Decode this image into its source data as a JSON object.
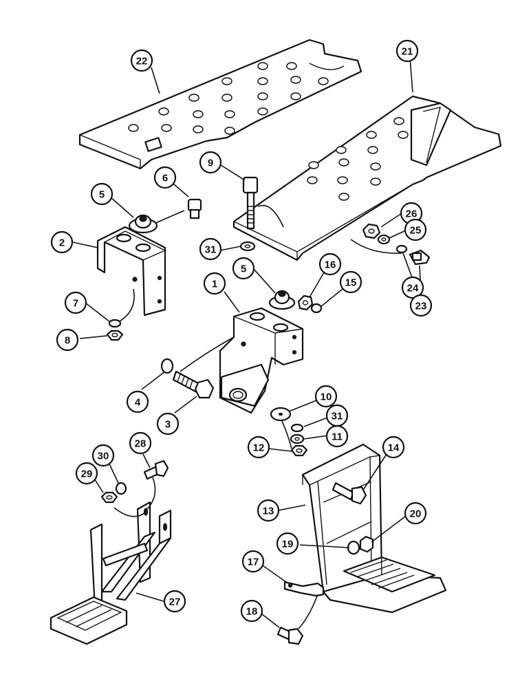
{
  "callouts": [
    {
      "id": "c22",
      "label": "22"
    },
    {
      "id": "c21",
      "label": "21"
    },
    {
      "id": "c6",
      "label": "6"
    },
    {
      "id": "c5a",
      "label": "5"
    },
    {
      "id": "c9",
      "label": "9"
    },
    {
      "id": "c2",
      "label": "2"
    },
    {
      "id": "c26",
      "label": "26"
    },
    {
      "id": "c25",
      "label": "25"
    },
    {
      "id": "c31a",
      "label": "31"
    },
    {
      "id": "c5b",
      "label": "5"
    },
    {
      "id": "c16",
      "label": "16"
    },
    {
      "id": "c15",
      "label": "15"
    },
    {
      "id": "c1",
      "label": "1"
    },
    {
      "id": "c7",
      "label": "7"
    },
    {
      "id": "c24",
      "label": "24"
    },
    {
      "id": "c23",
      "label": "23"
    },
    {
      "id": "c8",
      "label": "8"
    },
    {
      "id": "c4",
      "label": "4"
    },
    {
      "id": "c10",
      "label": "10"
    },
    {
      "id": "c3",
      "label": "3"
    },
    {
      "id": "c31b",
      "label": "31"
    },
    {
      "id": "c11",
      "label": "11"
    },
    {
      "id": "c28",
      "label": "28"
    },
    {
      "id": "c12",
      "label": "12"
    },
    {
      "id": "c14",
      "label": "14"
    },
    {
      "id": "c30",
      "label": "30"
    },
    {
      "id": "c29",
      "label": "29"
    },
    {
      "id": "c13",
      "label": "13"
    },
    {
      "id": "c20",
      "label": "20"
    },
    {
      "id": "c19",
      "label": "19"
    },
    {
      "id": "c17",
      "label": "17"
    },
    {
      "id": "c27",
      "label": "27"
    },
    {
      "id": "c18",
      "label": "18"
    }
  ]
}
